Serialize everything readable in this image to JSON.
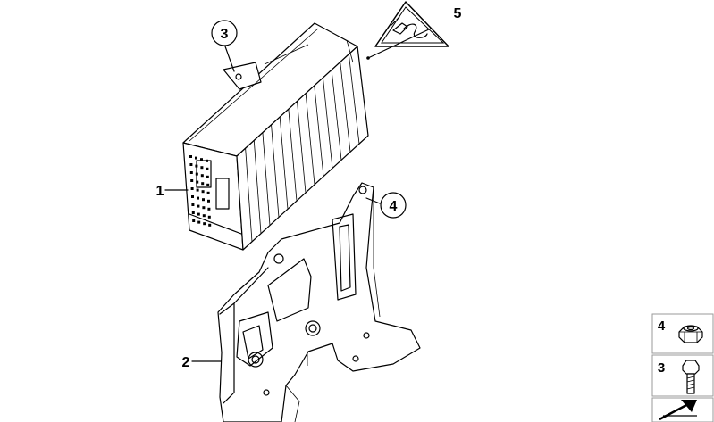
{
  "callouts": {
    "amplifier": "1",
    "bracket": "2",
    "screw_top": "3",
    "nut_callout": "4",
    "warning": "5"
  },
  "legend": {
    "items": [
      {
        "number": "4",
        "icon": "hex-nut-icon"
      },
      {
        "number": "3",
        "icon": "screw-icon"
      }
    ],
    "arrow_icon": "diagonal-arrow-icon"
  }
}
